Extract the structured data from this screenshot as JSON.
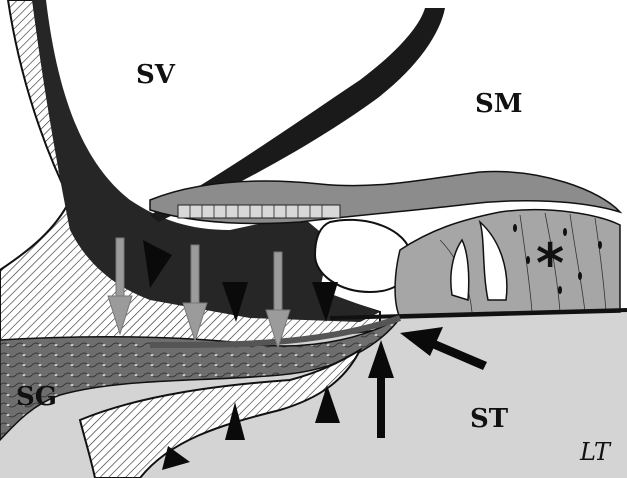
{
  "figure": {
    "labels": {
      "sv": "SV",
      "sm": "SM",
      "sg": "SG",
      "st": "ST",
      "asterisk": "*"
    },
    "signature": "LT",
    "colors": {
      "background": "#ffffff",
      "dark_region": "#262626",
      "mid_gray": "#8c8c8c",
      "light_gray": "#c8c8c8",
      "gray_arrow": "#9b9b9b",
      "black": "#111111"
    }
  }
}
